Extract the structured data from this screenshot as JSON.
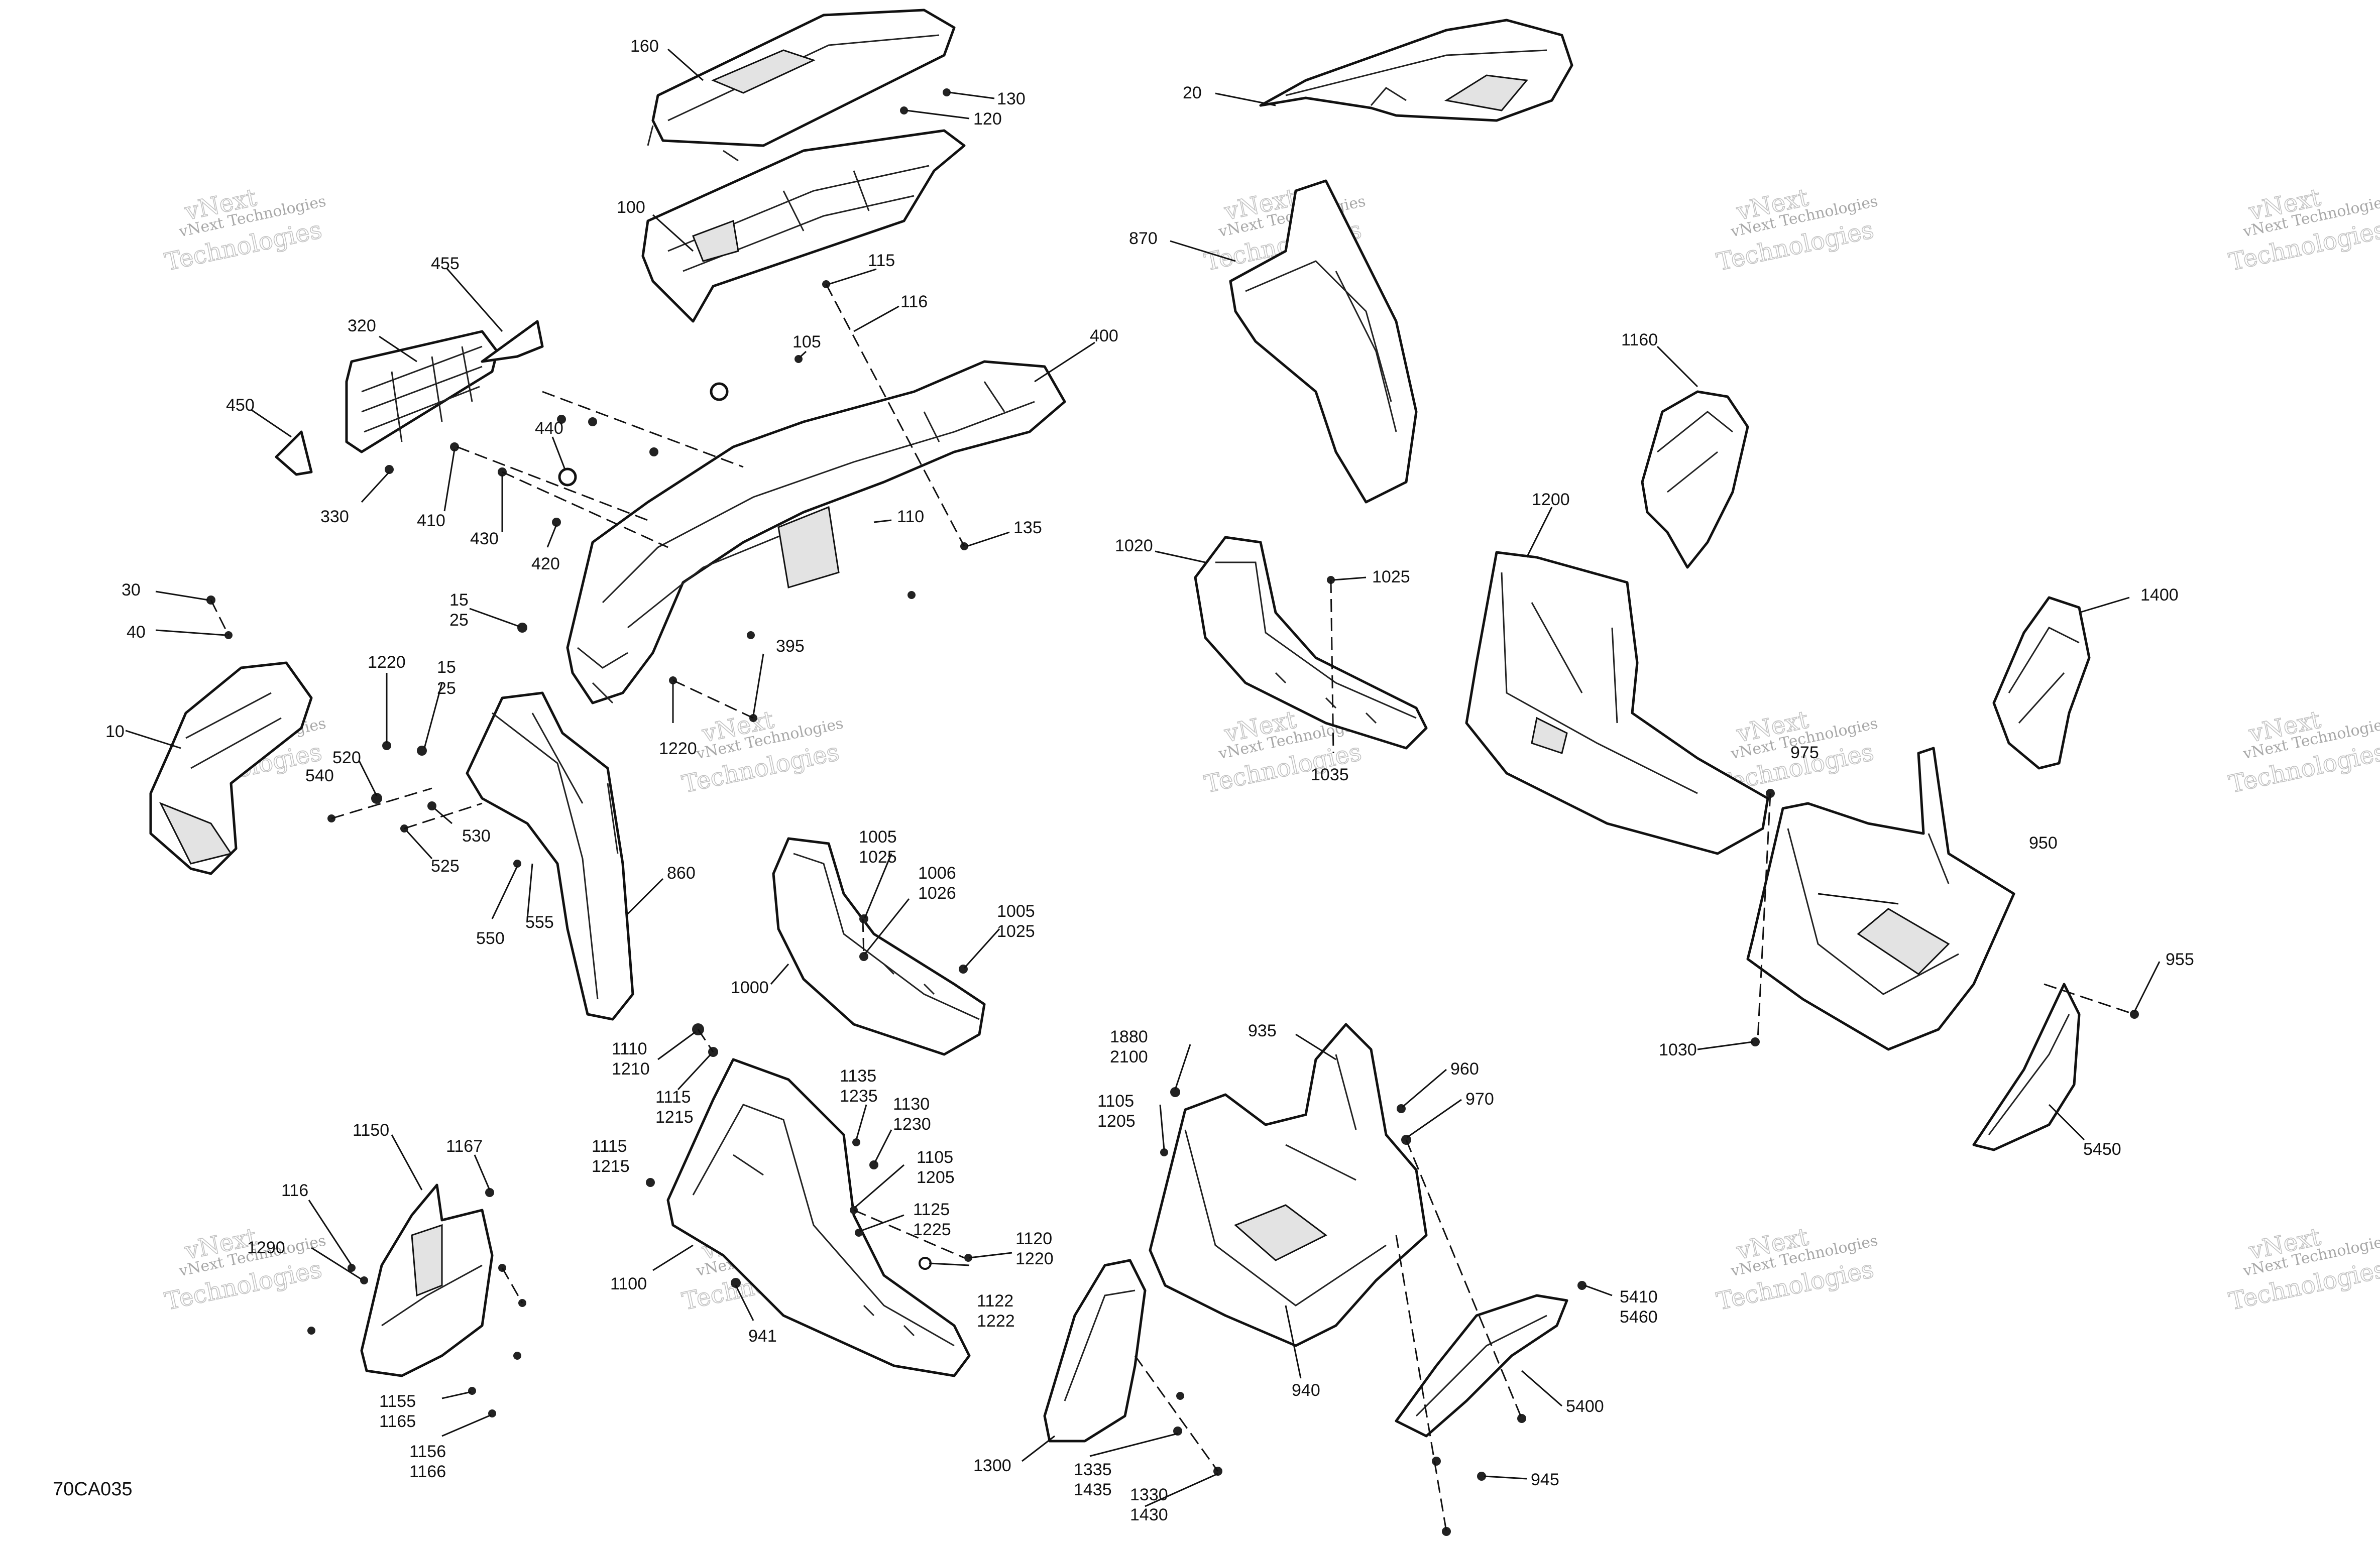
{
  "diagram_code": "70CA035",
  "watermark": {
    "line1": "vNext Technologies",
    "line2": "Technologies",
    "tag": "vNext"
  },
  "callouts": {
    "c160": "160",
    "c130": "130",
    "c120": "120",
    "c20": "20",
    "c100": "100",
    "c115": "115",
    "c116a": "116",
    "c105": "105",
    "c400": "400",
    "c455": "455",
    "c320": "320",
    "c450": "450",
    "c440": "440",
    "c330": "330",
    "c410": "410",
    "c430": "430",
    "c420": "420",
    "c110": "110",
    "c135": "135",
    "c870": "870",
    "c1160": "1160",
    "c1200": "1200",
    "c1020": "1020",
    "c1025a": "1025",
    "c1400": "1400",
    "c1035": "1035",
    "c975": "975",
    "c950": "950",
    "c955": "955",
    "c1030": "1030",
    "c5450": "5450",
    "c30": "30",
    "c40": "40",
    "c10": "10",
    "c1220a": "1220",
    "c15a": "15",
    "c25a": "25",
    "c15b": "15",
    "c25b": "25",
    "c395": "395",
    "c1220b": "1220",
    "c540": "540",
    "c520": "520",
    "c530": "530",
    "c525": "525",
    "c550": "550",
    "c555": "555",
    "c860": "860",
    "c1005a": "1005",
    "c1025b": "1025",
    "c1006": "1006",
    "c1026": "1026",
    "c1005b": "1005",
    "c1025c": "1025",
    "c1000": "1000",
    "c1110": "1110",
    "c1210": "1210",
    "c1115a": "1115",
    "c1215a": "1215",
    "c1135": "1135",
    "c1235": "1235",
    "c1130": "1130",
    "c1230": "1230",
    "c1115b": "1115",
    "c1215b": "1215",
    "c1105a": "1105",
    "c1205a": "1205",
    "c1125": "1125",
    "c1225": "1225",
    "c1120": "1120",
    "c1220c": "1220",
    "c1100": "1100",
    "c1122": "1122",
    "c1222": "1222",
    "c941": "941",
    "c1880": "1880",
    "c2100": "2100",
    "c935": "935",
    "c960": "960",
    "c970": "970",
    "c1105b": "1105",
    "c1205b": "1205",
    "c940": "940",
    "c5410": "5410",
    "c5460": "5460",
    "c5400": "5400",
    "c945": "945",
    "c1300": "1300",
    "c1335": "1335",
    "c1435": "1435",
    "c1330": "1330",
    "c1430": "1430",
    "c1150": "1150",
    "c1167": "1167",
    "c116b": "116",
    "c1290": "1290",
    "c1155": "1155",
    "c1165": "1165",
    "c1156": "1156",
    "c1166": "1166"
  }
}
